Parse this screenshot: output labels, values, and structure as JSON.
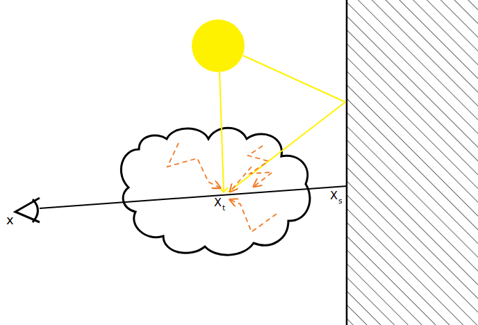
{
  "diagram": {
    "labels": [
      "x",
      "X",
      "t",
      "X",
      "s"
    ]
  }
}
